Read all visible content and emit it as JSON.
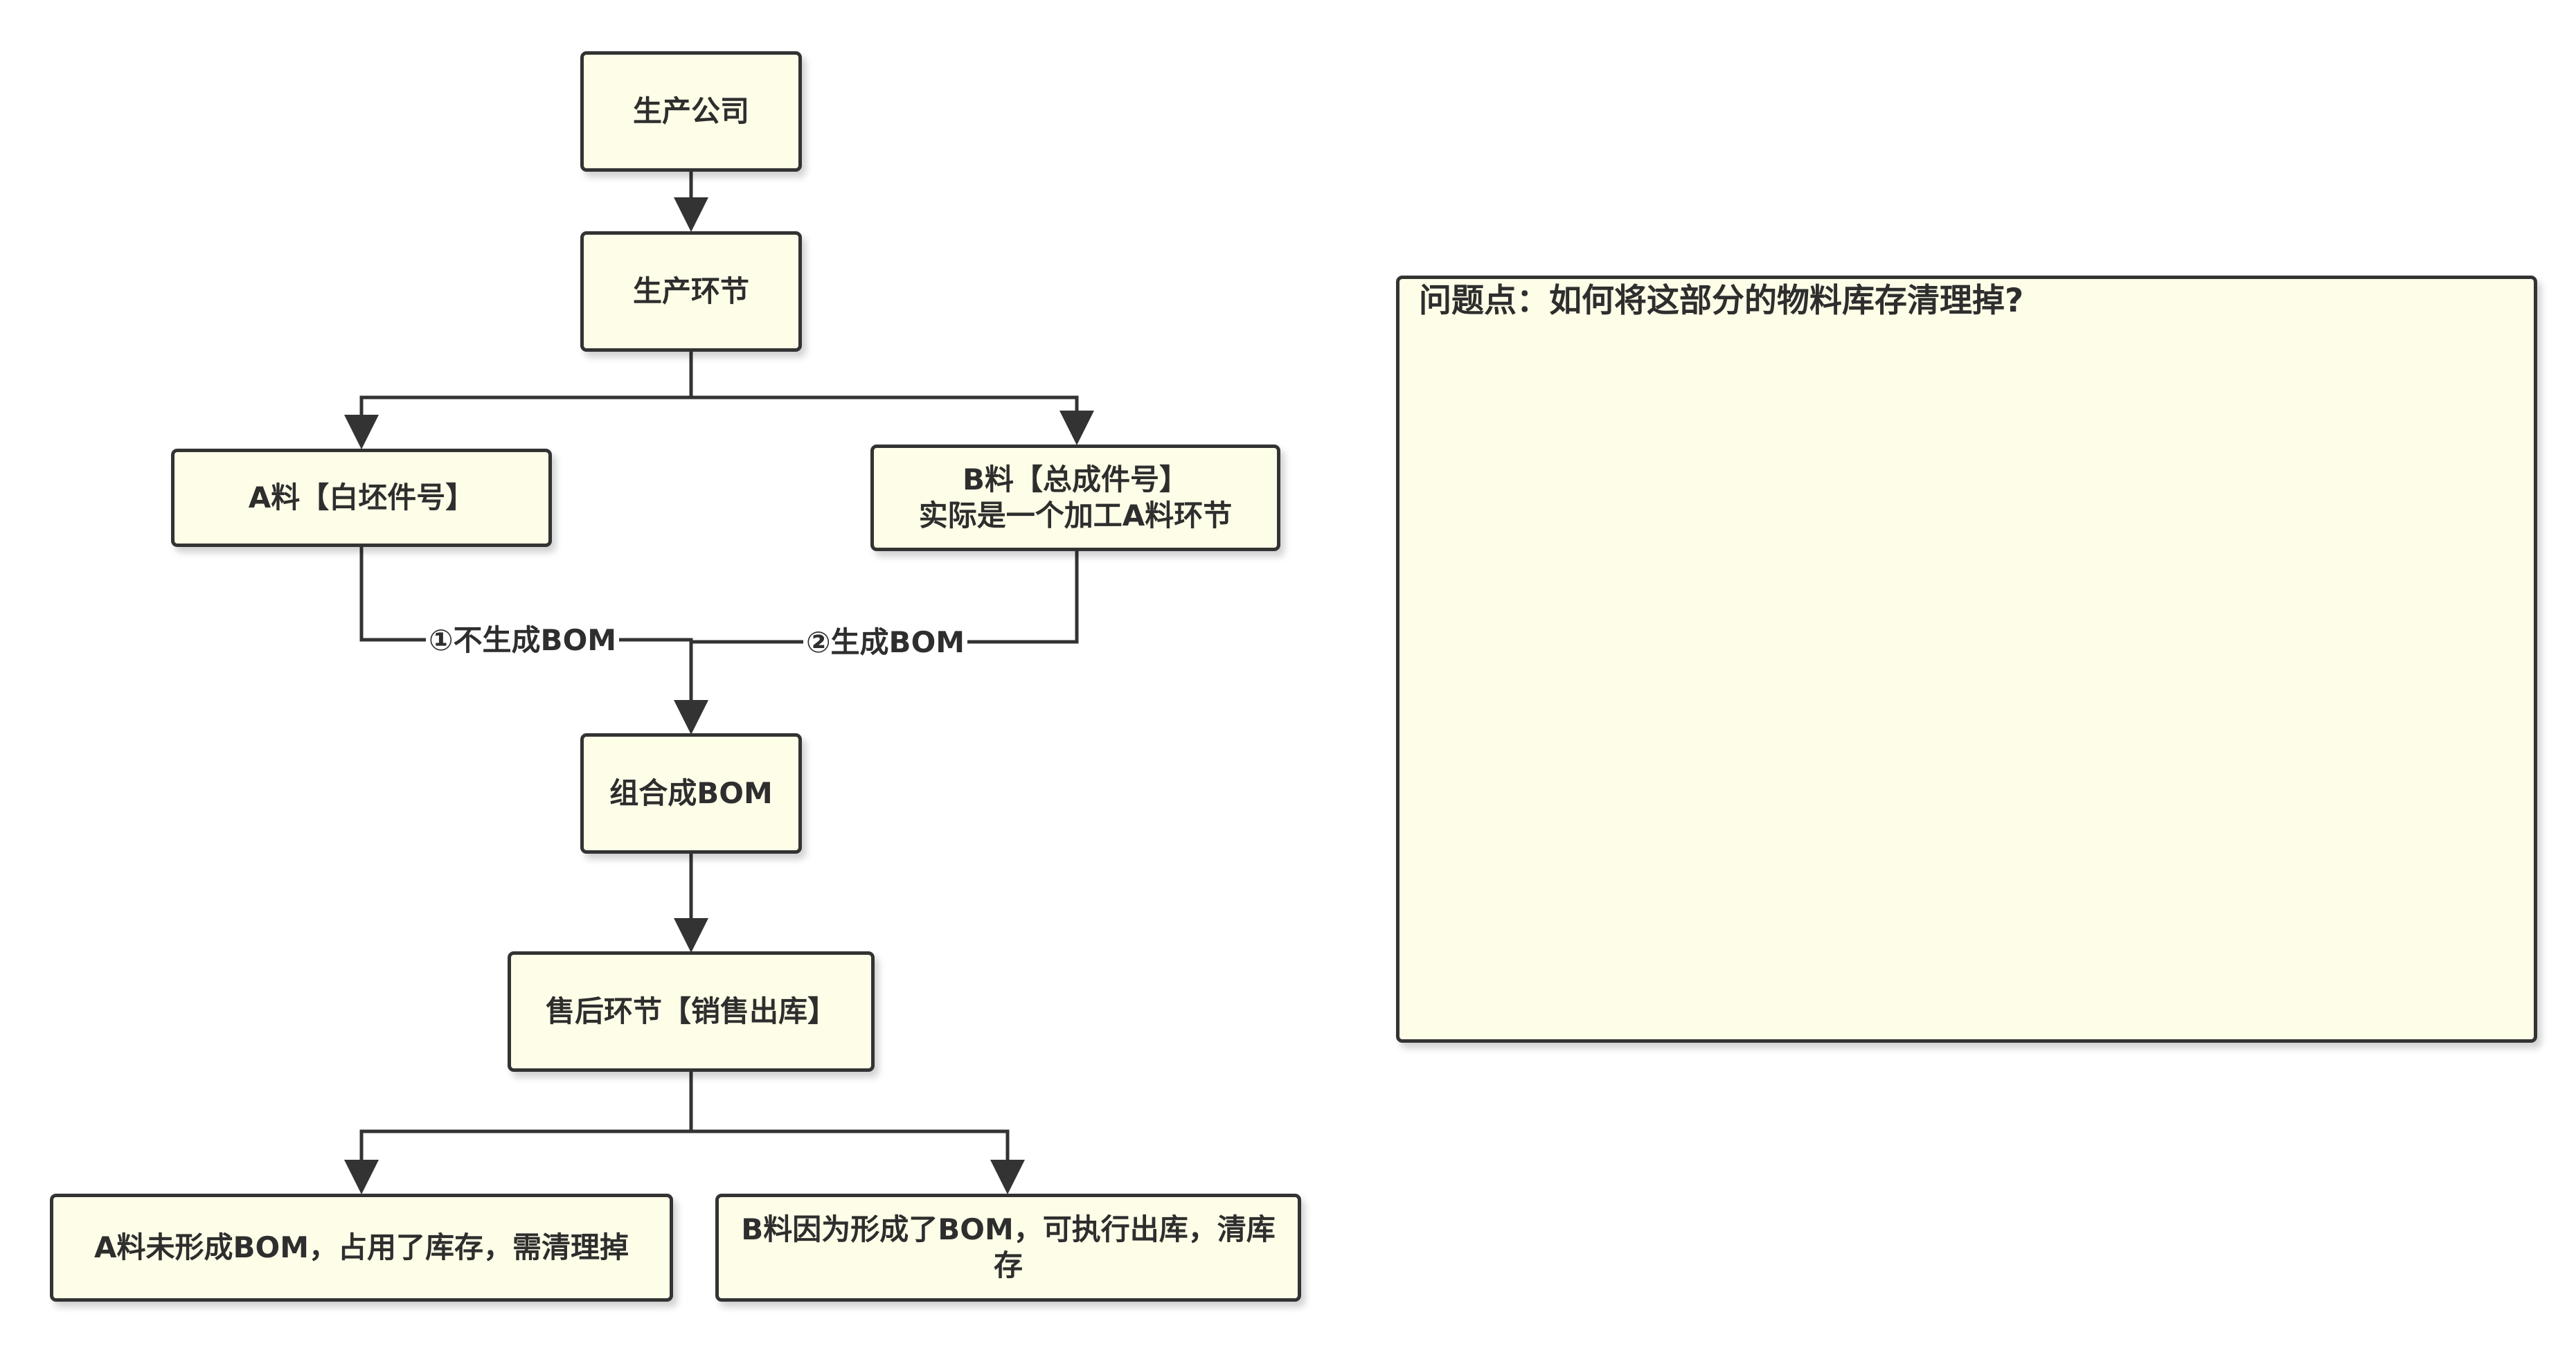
{
  "nodes": {
    "company": "生产公司",
    "production": "生产环节",
    "material_a": "A料【白坯件号】",
    "material_b_line1": "B料【总成件号】",
    "material_b_line2": "实际是一个加工A料环节",
    "combine_bom": "组合成BOM",
    "after_sales": "售后环节【销售出库】",
    "result_a": "A料未形成BOM，占用了库存，需清理掉",
    "result_b": "B料因为形成了BOM，可执行出库，清库存"
  },
  "edge_labels": {
    "no_bom": "①不生成BOM",
    "gen_bom": "②生成BOM"
  },
  "note": {
    "text": "问题点：如何将这部分的物料库存清理掉?"
  },
  "colors": {
    "node_fill": "#fefee8",
    "stroke": "#333333",
    "text": "#2e2e2e"
  }
}
